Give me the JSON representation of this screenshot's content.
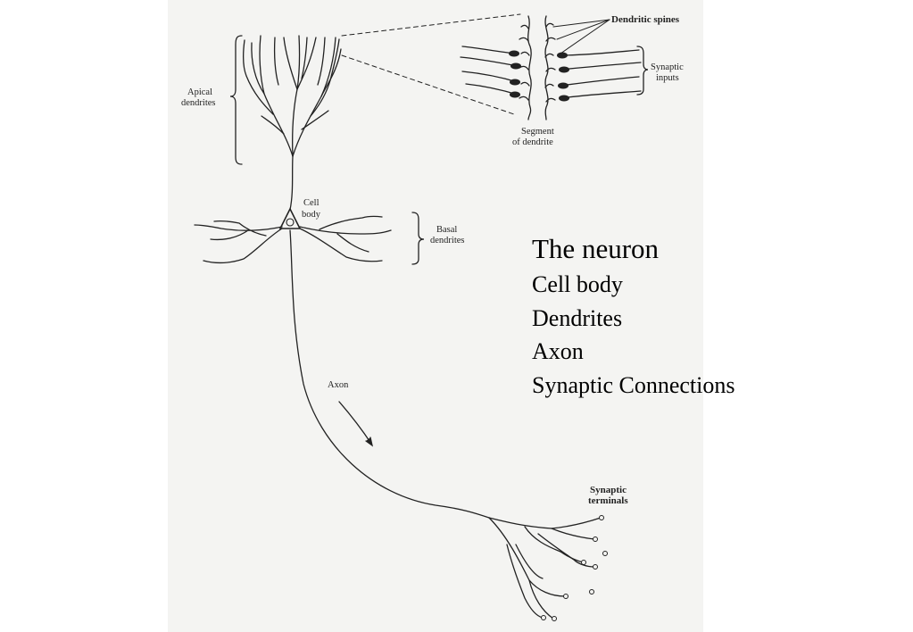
{
  "slide": {
    "title": "The neuron",
    "items": [
      "Cell body",
      "Dendrites",
      "Axon",
      "Synaptic Connections"
    ]
  },
  "figure": {
    "labels": {
      "dendritic_spines": "Dendritic spines",
      "synaptic_inputs_1": "Synaptic",
      "synaptic_inputs_2": "inputs",
      "apical_1": "Apical",
      "apical_2": "dendrites",
      "segment_1": "Segment",
      "segment_2": "of dendrite",
      "cell_body_1": "Cell",
      "cell_body_2": "body",
      "basal_1": "Basal",
      "basal_2": "dendrites",
      "axon": "Axon",
      "terminals_1": "Synaptic",
      "terminals_2": "terminals"
    }
  },
  "colors": {
    "ink": "#222222",
    "paper": "#f4f4f2",
    "background": "#ffffff"
  }
}
